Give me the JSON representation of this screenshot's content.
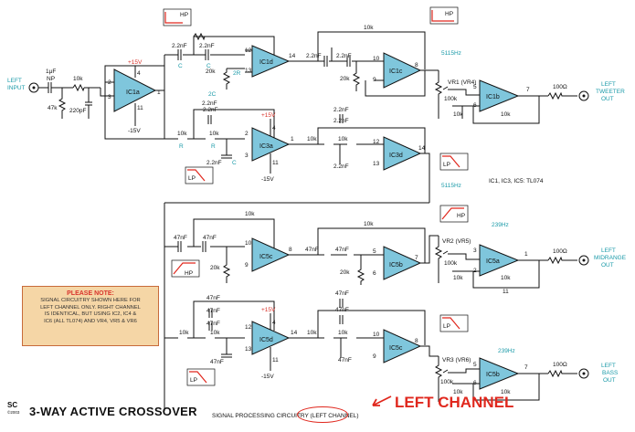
{
  "title": "3-WAY ACTIVE CROSSOVER",
  "subtitle": "SIGNAL PROCESSING CIRCUITRY",
  "subtitle_circled": "LEFT CHANNEL",
  "left_channel_label": "LEFT CHANNEL",
  "logo": {
    "brand": "SC",
    "year": "©2003"
  },
  "note": {
    "heading": "PLEASE NOTE:",
    "lines": [
      "SIGNAL CIRCUITRY SHOWN HERE FOR",
      "LEFT CHANNEL ONLY. RIGHT CHANNEL",
      "IS IDENTICAL, BUT USING IC2, IC4 &",
      "IC6 (ALL TL074) AND VR4, VR5 & VR6"
    ]
  },
  "ic_note": "IC1, IC3, IC5: TL074",
  "inputs": {
    "left_input": [
      "LEFT",
      "INPUT"
    ]
  },
  "outputs": {
    "tweeter": [
      "LEFT",
      "TWEETER",
      "OUT"
    ],
    "midrange": [
      "LEFT",
      "MIDRANGE",
      "OUT"
    ],
    "bass": [
      "LEFT",
      "BASS",
      "OUT"
    ]
  },
  "freqs": {
    "f1": "5115Hz",
    "f2": "5115Hz",
    "f3": "239Hz",
    "f4": "239Hz"
  },
  "opamps": {
    "ic1a": "IC1a",
    "ic1d": "IC1d",
    "ic1c": "IC1c",
    "ic1b": "IC1b",
    "ic3a": "IC3a",
    "ic3d": "IC3d",
    "ic5c": "IC5c",
    "ic5b": "IC5b",
    "ic5a": "IC5a",
    "ic5d": "IC5d",
    "ic5c2": "IC5c",
    "ic5b2": "IC5b"
  },
  "filters": {
    "hp": "HP",
    "lp": "LP"
  },
  "supply": {
    "pos": "+15V",
    "neg": "-15V"
  },
  "components": {
    "c_1uf": "1μF",
    "np": "NP",
    "r_47k": "47k",
    "r_10k": "10k",
    "c_220pf": "220pF",
    "c_22nf": "2.2nF",
    "c_47nf": "47nF",
    "r_20k": "20k",
    "r_100k": "100k",
    "r_100": "100Ω",
    "lbl_c": "C",
    "lbl_2c": "2C",
    "lbl_r": "R",
    "lbl_2r": "2R",
    "vr1": "VR1 (VR4)",
    "vr2": "VR2 (VR5)",
    "vr3": "VR3 (VR6)"
  },
  "pins": {
    "p1": "1",
    "p2": "2",
    "p3": "3",
    "p4": "4",
    "p5": "5",
    "p6": "6",
    "p7": "7",
    "p8": "8",
    "p9": "9",
    "p10": "10",
    "p11": "11",
    "p12": "12",
    "p13": "13",
    "p14": "14"
  }
}
